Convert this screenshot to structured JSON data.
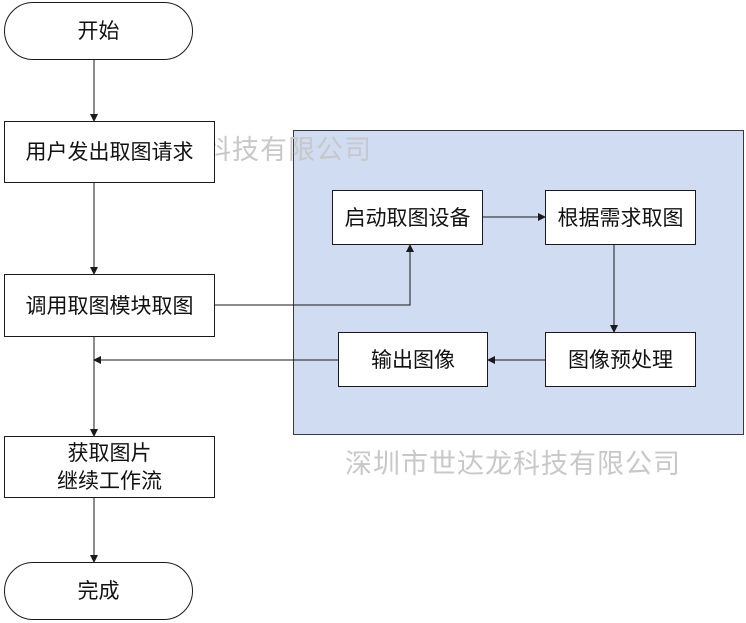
{
  "nodes": {
    "start": "开始",
    "request": "用户发出取图请求",
    "call_module": "调用取图模块取图",
    "get_image": {
      "line1": "获取图片",
      "line2": "继续工作流"
    },
    "finish": "完成",
    "start_device": "启动取图设备",
    "capture": "根据需求取图",
    "preprocess": "图像预处理",
    "output": "输出图像"
  },
  "watermarks": [
    "深圳市世达龙科技有限公司",
    "深圳市世达龙科技有限公司"
  ],
  "colors": {
    "region_fill": "#cfdcf1",
    "stroke": "#1a1a1a",
    "watermark": "#c8c8c8"
  }
}
